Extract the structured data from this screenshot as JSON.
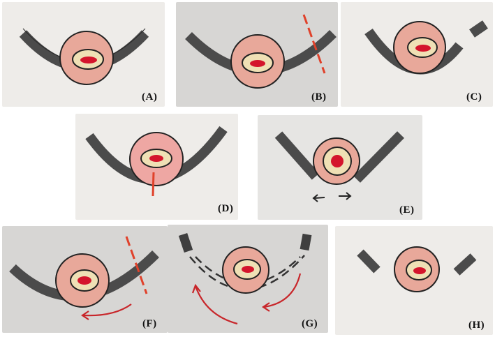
{
  "panels": [
    {
      "id": "A",
      "label": "(A)"
    },
    {
      "id": "B",
      "label": "(B)"
    },
    {
      "id": "C",
      "label": "(C)"
    },
    {
      "id": "D",
      "label": "(D)"
    },
    {
      "id": "E",
      "label": "(E)"
    },
    {
      "id": "F",
      "label": "(F)"
    },
    {
      "id": "G",
      "label": "(G)"
    },
    {
      "id": "H",
      "label": "(H)"
    }
  ],
  "colors": {
    "paper_light": "#eeece9",
    "paper_gray": "#d7d6d4",
    "band": "#4b4b4b",
    "outer_circle": "#e8a89a",
    "inner_ring": "#efe0b5",
    "core": "#d4152c",
    "cut_line": "#e0412a",
    "arrow": "#c8262a",
    "motion_arrow": "#222222"
  }
}
